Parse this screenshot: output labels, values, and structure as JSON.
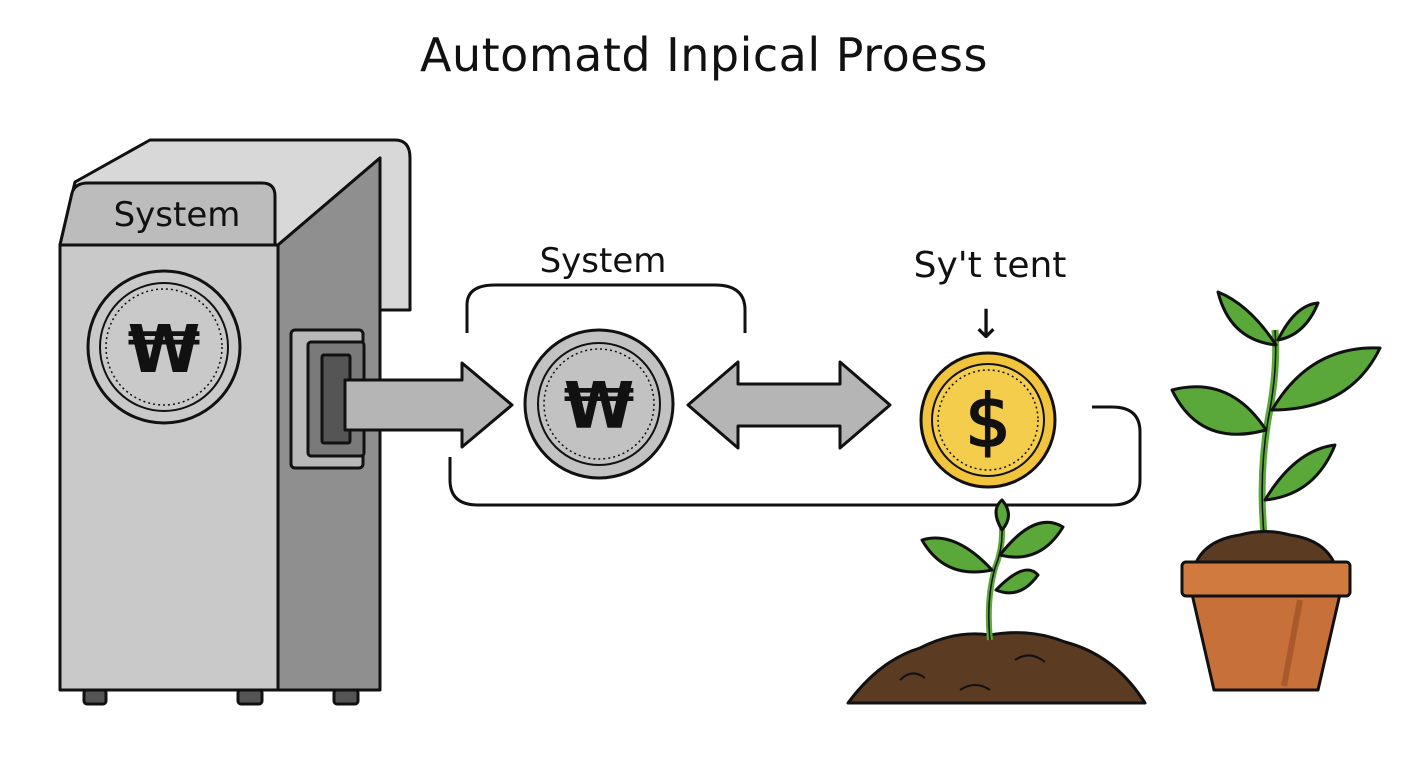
{
  "title": "Automatd Inpical Proess",
  "machine": {
    "label": "System",
    "coin_symbol": "₩"
  },
  "middle_group": {
    "label": "System",
    "coin_symbol": "₩"
  },
  "right_group": {
    "label": "Sy't tent",
    "coin_symbol": "$",
    "arrow_glyph": "↓"
  },
  "colors": {
    "machine_light": "#c9c9c9",
    "machine_dark": "#8f8f8f",
    "arrow_fill": "#b5b5b5",
    "won_coin": "#c2c2c2",
    "dollar_coin": "#f2c43c",
    "leaf": "#5aa83a",
    "soil": "#5b3b22",
    "pot": "#c8703a",
    "outline": "#111111"
  }
}
